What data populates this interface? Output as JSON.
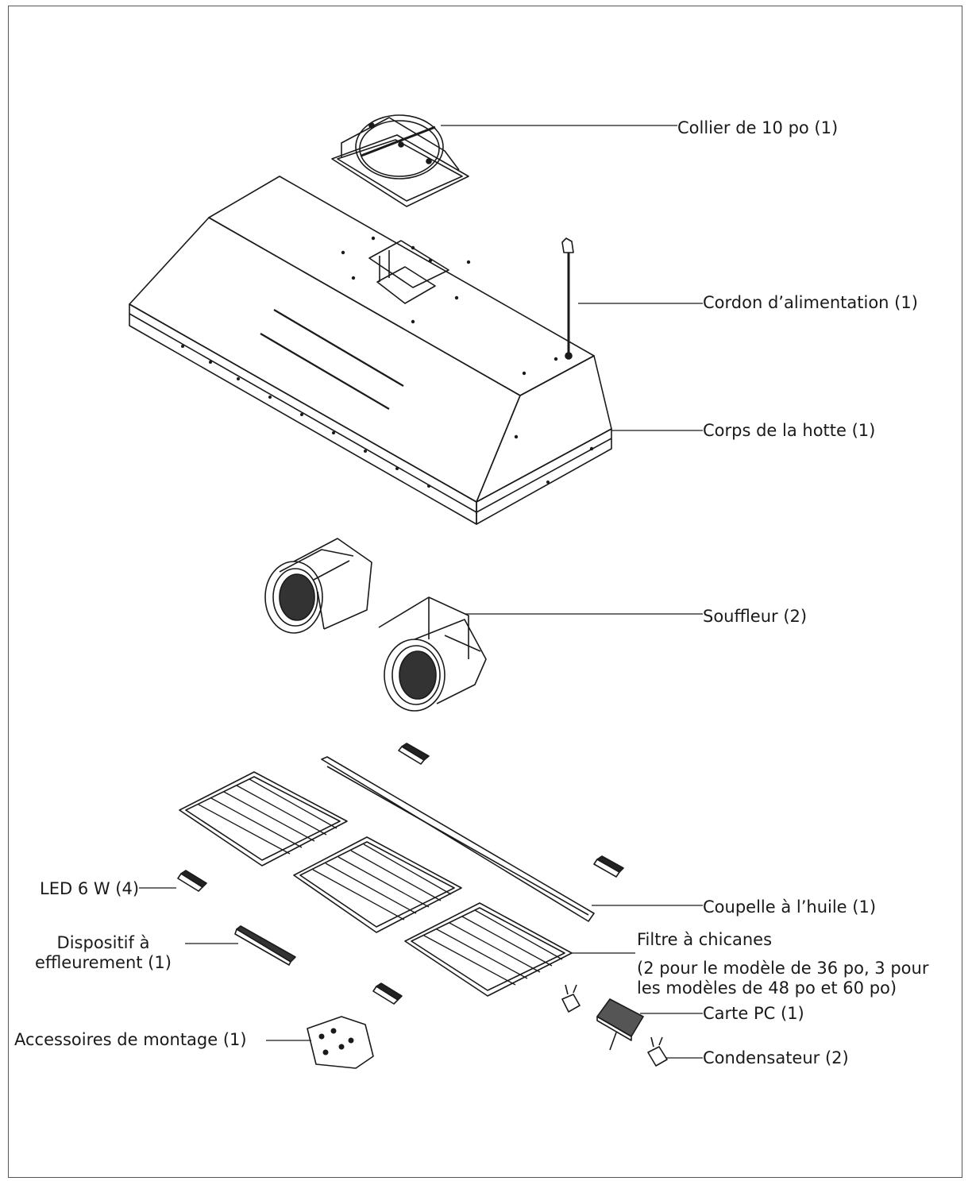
{
  "labels": {
    "collar": "Collier de 10 po (1)",
    "power_cord": "Cordon d’alimentation (1)",
    "hood_body": "Corps de la hotte (1)",
    "blower": "Souffleur (2)",
    "led": "LED 6 W (4)",
    "oil_cup": "Coupelle à l’huile (1)",
    "touch_line1": "Dispositif à",
    "touch_line2": "effleurement (1)",
    "baffle_title": "Filtre à chicanes",
    "baffle_line1": "(2 pour le modèle de 36 po, 3 pour",
    "baffle_line2": "les modèles de 48 po et 60 po)",
    "pcb": "Carte PC (1)",
    "mounting": "Accessoires de montage (1)",
    "capacitor": "Condensateur (2)"
  }
}
